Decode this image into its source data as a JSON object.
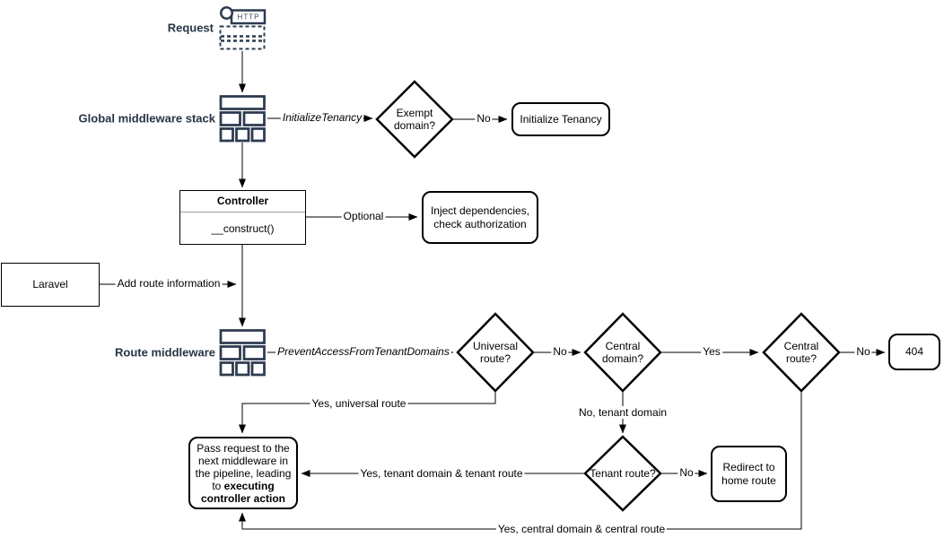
{
  "diagram": {
    "colors": {
      "accent_navy": "#263445",
      "icon_stroke": "#2d3b4e",
      "shape_stroke": "#000000",
      "background": "#ffffff"
    },
    "nodes": {
      "request": {
        "label": "Request",
        "icon_caption": "HTTP"
      },
      "global_middleware_stack": {
        "label": "Global middleware stack"
      },
      "exempt_domain": {
        "label": "Exempt domain?"
      },
      "initialize_tenancy": {
        "label": "Initialize Tenancy"
      },
      "controller": {
        "title": "Controller",
        "member": "__construct()"
      },
      "inject_dependencies": {
        "label": "Inject dependencies, check authorization"
      },
      "laravel": {
        "label": "Laravel"
      },
      "route_middleware": {
        "label": "Route middleware"
      },
      "universal_route": {
        "label": "Universal route?"
      },
      "central_domain": {
        "label": "Central domain?"
      },
      "central_route": {
        "label": "Central route?"
      },
      "error_404": {
        "label": "404"
      },
      "tenant_route": {
        "label": "Tenant route?"
      },
      "redirect_home": {
        "label": "Redirect to home route"
      },
      "pass_request": {
        "text": "Pass request to the next middleware in the pipeline, leading to ",
        "bold_text": "executing controller action"
      }
    },
    "edge_labels": {
      "initialize_tenancy_mw": "InitializeTenancy",
      "exempt_no": "No",
      "construct_optional": "Optional",
      "add_route_information": "Add route information",
      "prevent_access_mw": "PreventAccessFromTenantDomains",
      "universal_no": "No",
      "central_domain_yes": "Yes",
      "central_route_no": "No",
      "universal_yes": "Yes, universal route",
      "central_domain_no": "No, tenant domain",
      "tenant_route_no": "No",
      "tenant_route_yes": "Yes, tenant domain & tenant route",
      "central_route_yes": "Yes, central domain & central route"
    }
  }
}
